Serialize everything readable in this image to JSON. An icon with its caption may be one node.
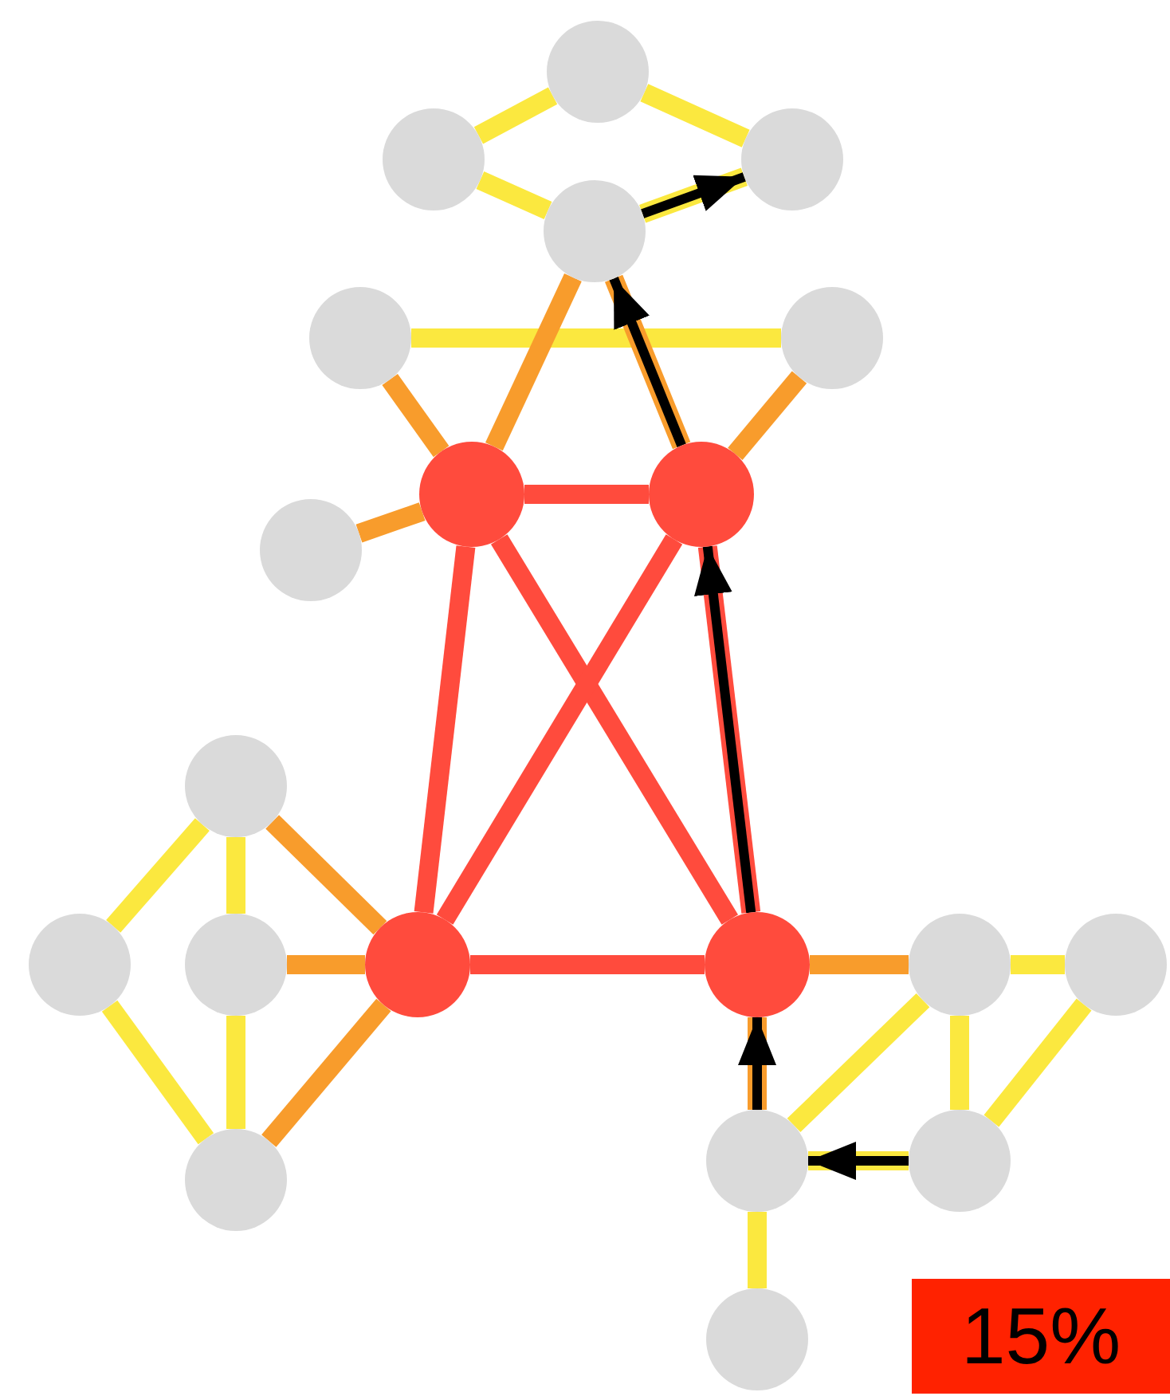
{
  "diagram": {
    "nodes": [
      {
        "text": [],
        "shape": "circle"
      },
      {
        "text": [],
        "shape": "circle"
      },
      {
        "text": [],
        "shape": "circle"
      },
      {
        "text": [],
        "shape": "circle"
      },
      {
        "text": [],
        "shape": "circle"
      },
      {
        "text": [],
        "shape": "circle"
      },
      {
        "text": [],
        "shape": "circle"
      },
      {
        "text": [],
        "shape": "circle"
      },
      {
        "text": [],
        "shape": "circle"
      },
      {
        "text": [],
        "shape": "circle"
      },
      {
        "text": [],
        "shape": "circle"
      },
      {
        "text": [],
        "shape": "circle"
      },
      {
        "text": [],
        "shape": "circle"
      },
      {
        "text": [],
        "shape": "circle"
      },
      {
        "text": [],
        "shape": "circle"
      },
      {
        "text": [],
        "shape": "circle"
      },
      {
        "text": [],
        "shape": "circle"
      },
      {
        "text": [],
        "shape": "circle"
      },
      {
        "text": [],
        "shape": "circle"
      },
      {
        "text": [],
        "shape": "circle"
      },
      {
        "text": [
          "15%"
        ]
      }
    ],
    "edges": [
      {
        "from": 0,
        "to": 1,
        "arrow": "none"
      },
      {
        "from": 0,
        "to": 2,
        "arrow": "none"
      },
      {
        "from": 1,
        "to": 3,
        "arrow": "none"
      },
      {
        "from": 3,
        "to": 2,
        "arrow": "none"
      },
      {
        "from": 4,
        "to": 5,
        "arrow": "none"
      },
      {
        "from": 3,
        "to": 6,
        "arrow": "none",
        "color": "#f89c2c"
      },
      {
        "from": 4,
        "to": 6,
        "arrow": "none",
        "color": "#f89c2c"
      },
      {
        "from": 8,
        "to": 6,
        "arrow": "none",
        "color": "#f89c2c"
      },
      {
        "from": 7,
        "to": 3,
        "arrow": "none",
        "color": "#f89c2c"
      },
      {
        "from": 7,
        "to": 5,
        "arrow": "none",
        "color": "#f89c2c"
      },
      {
        "from": 6,
        "to": 7,
        "arrow": "none",
        "color": "#ff4b3d"
      },
      {
        "from": 6,
        "to": 12,
        "arrow": "none",
        "color": "#ff4b3d"
      },
      {
        "from": 6,
        "to": 13,
        "arrow": "none",
        "color": "#ff4b3d"
      },
      {
        "from": 7,
        "to": 12,
        "arrow": "none",
        "color": "#ff4b3d"
      },
      {
        "from": 7,
        "to": 13,
        "arrow": "none",
        "color": "#ff4b3d"
      },
      {
        "from": 12,
        "to": 13,
        "arrow": "none",
        "color": "#ff4b3d"
      },
      {
        "from": 9,
        "to": 10,
        "arrow": "none"
      },
      {
        "from": 9,
        "to": 11,
        "arrow": "none"
      },
      {
        "from": 10,
        "to": 16,
        "arrow": "none"
      },
      {
        "from": 11,
        "to": 16,
        "arrow": "none"
      },
      {
        "from": 9,
        "to": 12,
        "arrow": "none",
        "color": "#f89c2c"
      },
      {
        "from": 11,
        "to": 12,
        "arrow": "none",
        "color": "#f89c2c"
      },
      {
        "from": 16,
        "to": 12,
        "arrow": "none",
        "color": "#f89c2c"
      },
      {
        "from": 13,
        "to": 14,
        "arrow": "none",
        "color": "#f89c2c"
      },
      {
        "from": 13,
        "to": 17,
        "arrow": "none",
        "color": "#f89c2c"
      },
      {
        "from": 14,
        "to": 15,
        "arrow": "none"
      },
      {
        "from": 14,
        "to": 18,
        "arrow": "none"
      },
      {
        "from": 15,
        "to": 18,
        "arrow": "none"
      },
      {
        "from": 17,
        "to": 14,
        "arrow": "none"
      },
      {
        "from": 17,
        "to": 18,
        "arrow": "none"
      },
      {
        "from": 17,
        "to": 19,
        "arrow": "none"
      },
      {
        "from": 18,
        "to": 17,
        "arrow": "to",
        "color": "#000000"
      },
      {
        "from": 17,
        "to": 13,
        "arrow": "to",
        "color": "#000000"
      },
      {
        "from": 13,
        "to": 7,
        "arrow": "to",
        "color": "#000000"
      },
      {
        "from": 7,
        "to": 3,
        "arrow": "to",
        "color": "#000000"
      },
      {
        "from": 3,
        "to": 2,
        "arrow": "to",
        "color": "#000000"
      }
    ]
  }
}
